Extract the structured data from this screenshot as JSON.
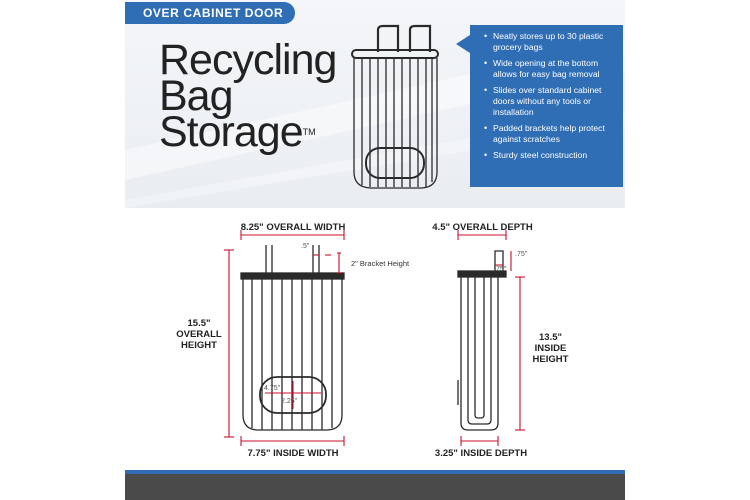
{
  "header": {
    "tag_label": "OVER CABINET DOOR"
  },
  "title": {
    "line1": "Recycling",
    "line2": "Bag",
    "line3": "Storage",
    "trademark": "TM"
  },
  "features": [
    "Neatly stores up to 30 plastic grocery bags",
    "Wide opening at the bottom allows for easy bag removal",
    "Slides over standard cabinet doors without any tools or installation",
    "Padded brackets help protect against scratches",
    "Sturdy steel construction"
  ],
  "front_view": {
    "overall_width": "8.25\" OVERALL WIDTH",
    "bracket_gap": ".5\"",
    "bracket_height": "2\" Bracket Height",
    "overall_height_value": "15.5\"",
    "overall_height_label1": "OVERALL",
    "overall_height_label2": "HEIGHT",
    "opening_width": "4.75\"",
    "opening_height": "2.25\"",
    "inside_width": "7.75\" INSIDE WIDTH"
  },
  "side_view": {
    "overall_depth": "4.5\" OVERALL DEPTH",
    "hook_depth_a": ".75\"",
    "hook_depth_b": ".75\"",
    "inside_height_value": "13.5\"",
    "inside_height_label1": "INSIDE",
    "inside_height_label2": "HEIGHT",
    "inside_depth": "3.25\" INSIDE DEPTH"
  },
  "colors": {
    "brand_blue": "#2f6db5",
    "dimension_red": "#c8102e",
    "footer_gray": "#4a4a4a"
  }
}
